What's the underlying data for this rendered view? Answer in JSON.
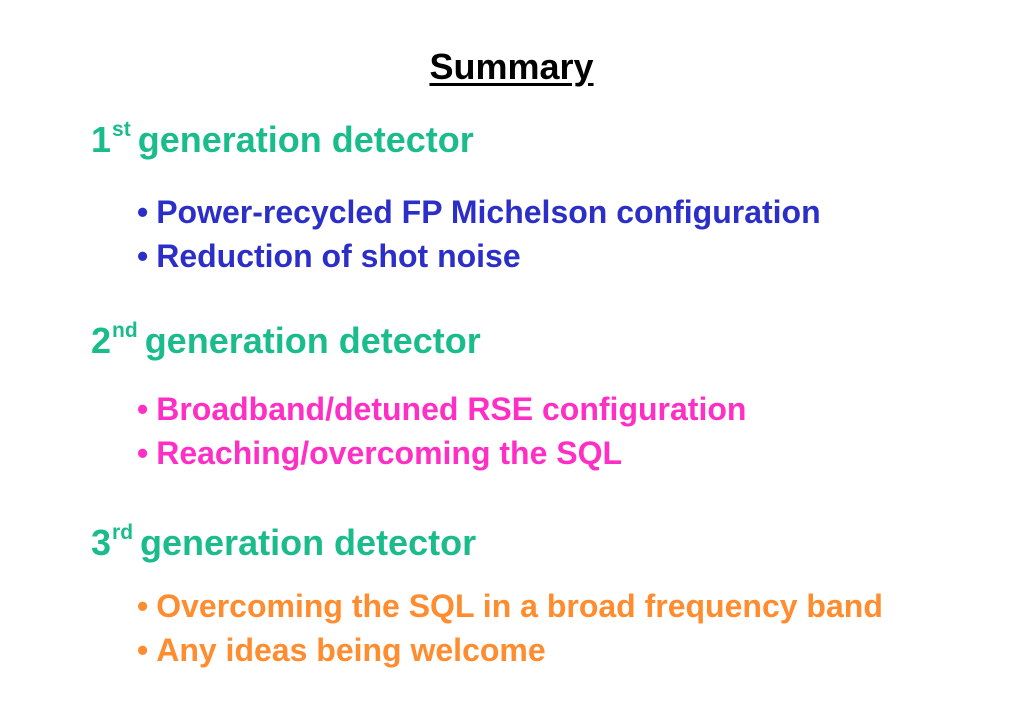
{
  "title": "Summary",
  "colors": {
    "heading": "#1abc8c",
    "section1_bullets": "#2b2fc8",
    "section2_bullets": "#ff2fc6",
    "section3_bullets": "#ff8c2e"
  },
  "sections": [
    {
      "number": "1",
      "ordinal_suffix": "st",
      "heading": "generation detector",
      "bullets": [
        "Power-recycled FP Michelson configuration",
        "Reduction of shot noise"
      ]
    },
    {
      "number": "2",
      "ordinal_suffix": "nd",
      "heading": "generation detector",
      "bullets": [
        "Broadband/detuned RSE configuration",
        "Reaching/overcoming the SQL"
      ]
    },
    {
      "number": "3",
      "ordinal_suffix": "rd",
      "heading": "generation detector",
      "bullets": [
        "Overcoming the SQL in a broad frequency band",
        "Any ideas being welcome"
      ]
    }
  ]
}
